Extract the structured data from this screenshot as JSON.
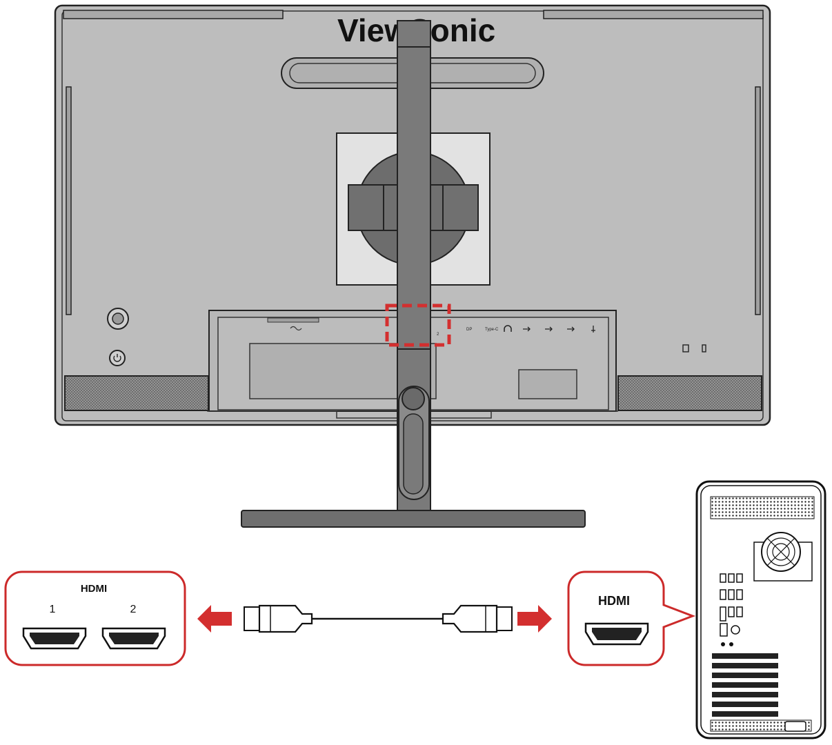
{
  "monitor": {
    "brand": "ViewSonic",
    "port_labels": [
      "DP",
      "Type-C"
    ],
    "highlight_port_number": "2"
  },
  "callout_left": {
    "logo_text": "HDMI",
    "port_numbers": [
      "1",
      "2"
    ]
  },
  "callout_right": {
    "label": "HDMI"
  },
  "colors": {
    "highlight_red": "#d32f2f",
    "callout_border": "#cc2a2a",
    "monitor_gray": "#bdbdbd",
    "stand_gray": "#7a7a7a"
  }
}
